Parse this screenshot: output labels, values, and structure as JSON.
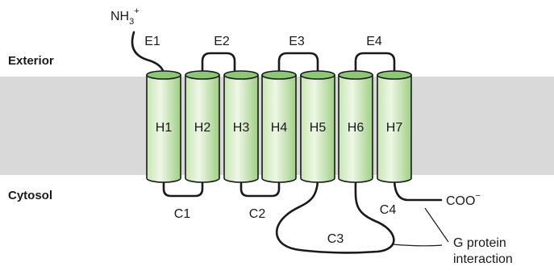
{
  "regions": {
    "exterior": "Exterior",
    "cytosol": "Cytosol"
  },
  "termini": {
    "n_main": "NH",
    "n_sub": "3",
    "n_sup": "+",
    "c_main": "COO",
    "c_sup": "−"
  },
  "helices": [
    "H1",
    "H2",
    "H3",
    "H4",
    "H5",
    "H6",
    "H7"
  ],
  "extracellular_loops": [
    "E1",
    "E2",
    "E3",
    "E4"
  ],
  "cytosolic_loops": [
    "C1",
    "C2",
    "C3",
    "C4"
  ],
  "annotation": {
    "line1": "G protein",
    "line2": "interaction"
  },
  "colors": {
    "membrane": "#d9d9d9",
    "helix_body_light": "#eef7e6",
    "helix_body_mid": "#c8e6b4",
    "helix_body_dark": "#9fcf86",
    "helix_top": "#8cc776",
    "outline": "#1a1a1a"
  }
}
